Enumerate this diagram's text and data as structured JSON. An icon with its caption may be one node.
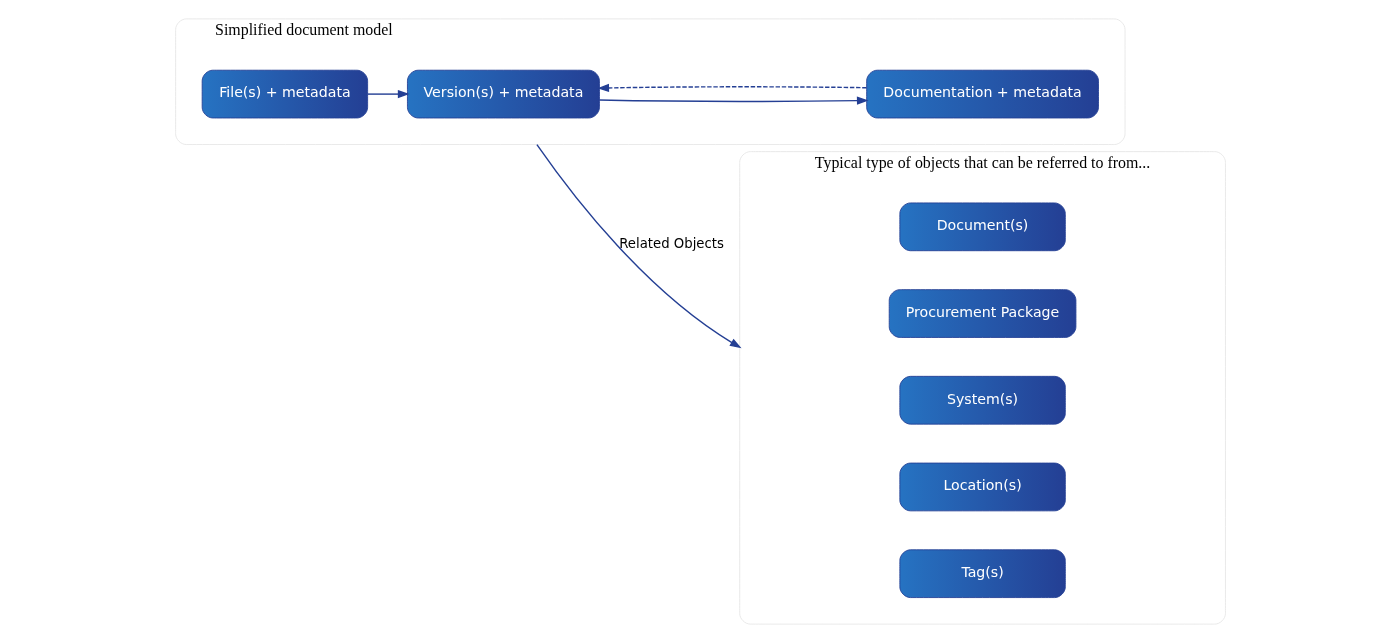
{
  "diagram": {
    "nodes": [
      {
        "text": [
          "Simplified document model"
        ]
      },
      {
        "text": [
          "Documentation + metadata"
        ],
        "in": 0
      },
      {
        "text": [
          "Version(s) + metadata"
        ],
        "in": 0
      },
      {
        "text": [
          "File(s) + metadata"
        ],
        "in": 0
      },
      {
        "text": [
          "Typical type of objects that can be referred to from..."
        ]
      },
      {
        "text": [
          "Tag(s)"
        ],
        "in": 4
      },
      {
        "text": [
          "Location(s)"
        ],
        "in": 4
      },
      {
        "text": [
          "System(s)"
        ],
        "in": 4
      },
      {
        "text": [
          "Procurement Package"
        ],
        "in": 4
      },
      {
        "text": [
          "Document(s)"
        ],
        "in": 4
      }
    ],
    "edges": [
      {
        "from": 2,
        "to": 1,
        "arrow": "to"
      },
      {
        "from": 1,
        "to": 2,
        "arrow": "to",
        "style": "dashed"
      },
      {
        "from": 3,
        "to": 2,
        "arrow": "to"
      },
      {
        "from": 0,
        "to": 4,
        "arrow": "to",
        "label": "Related Objects"
      }
    ]
  }
}
